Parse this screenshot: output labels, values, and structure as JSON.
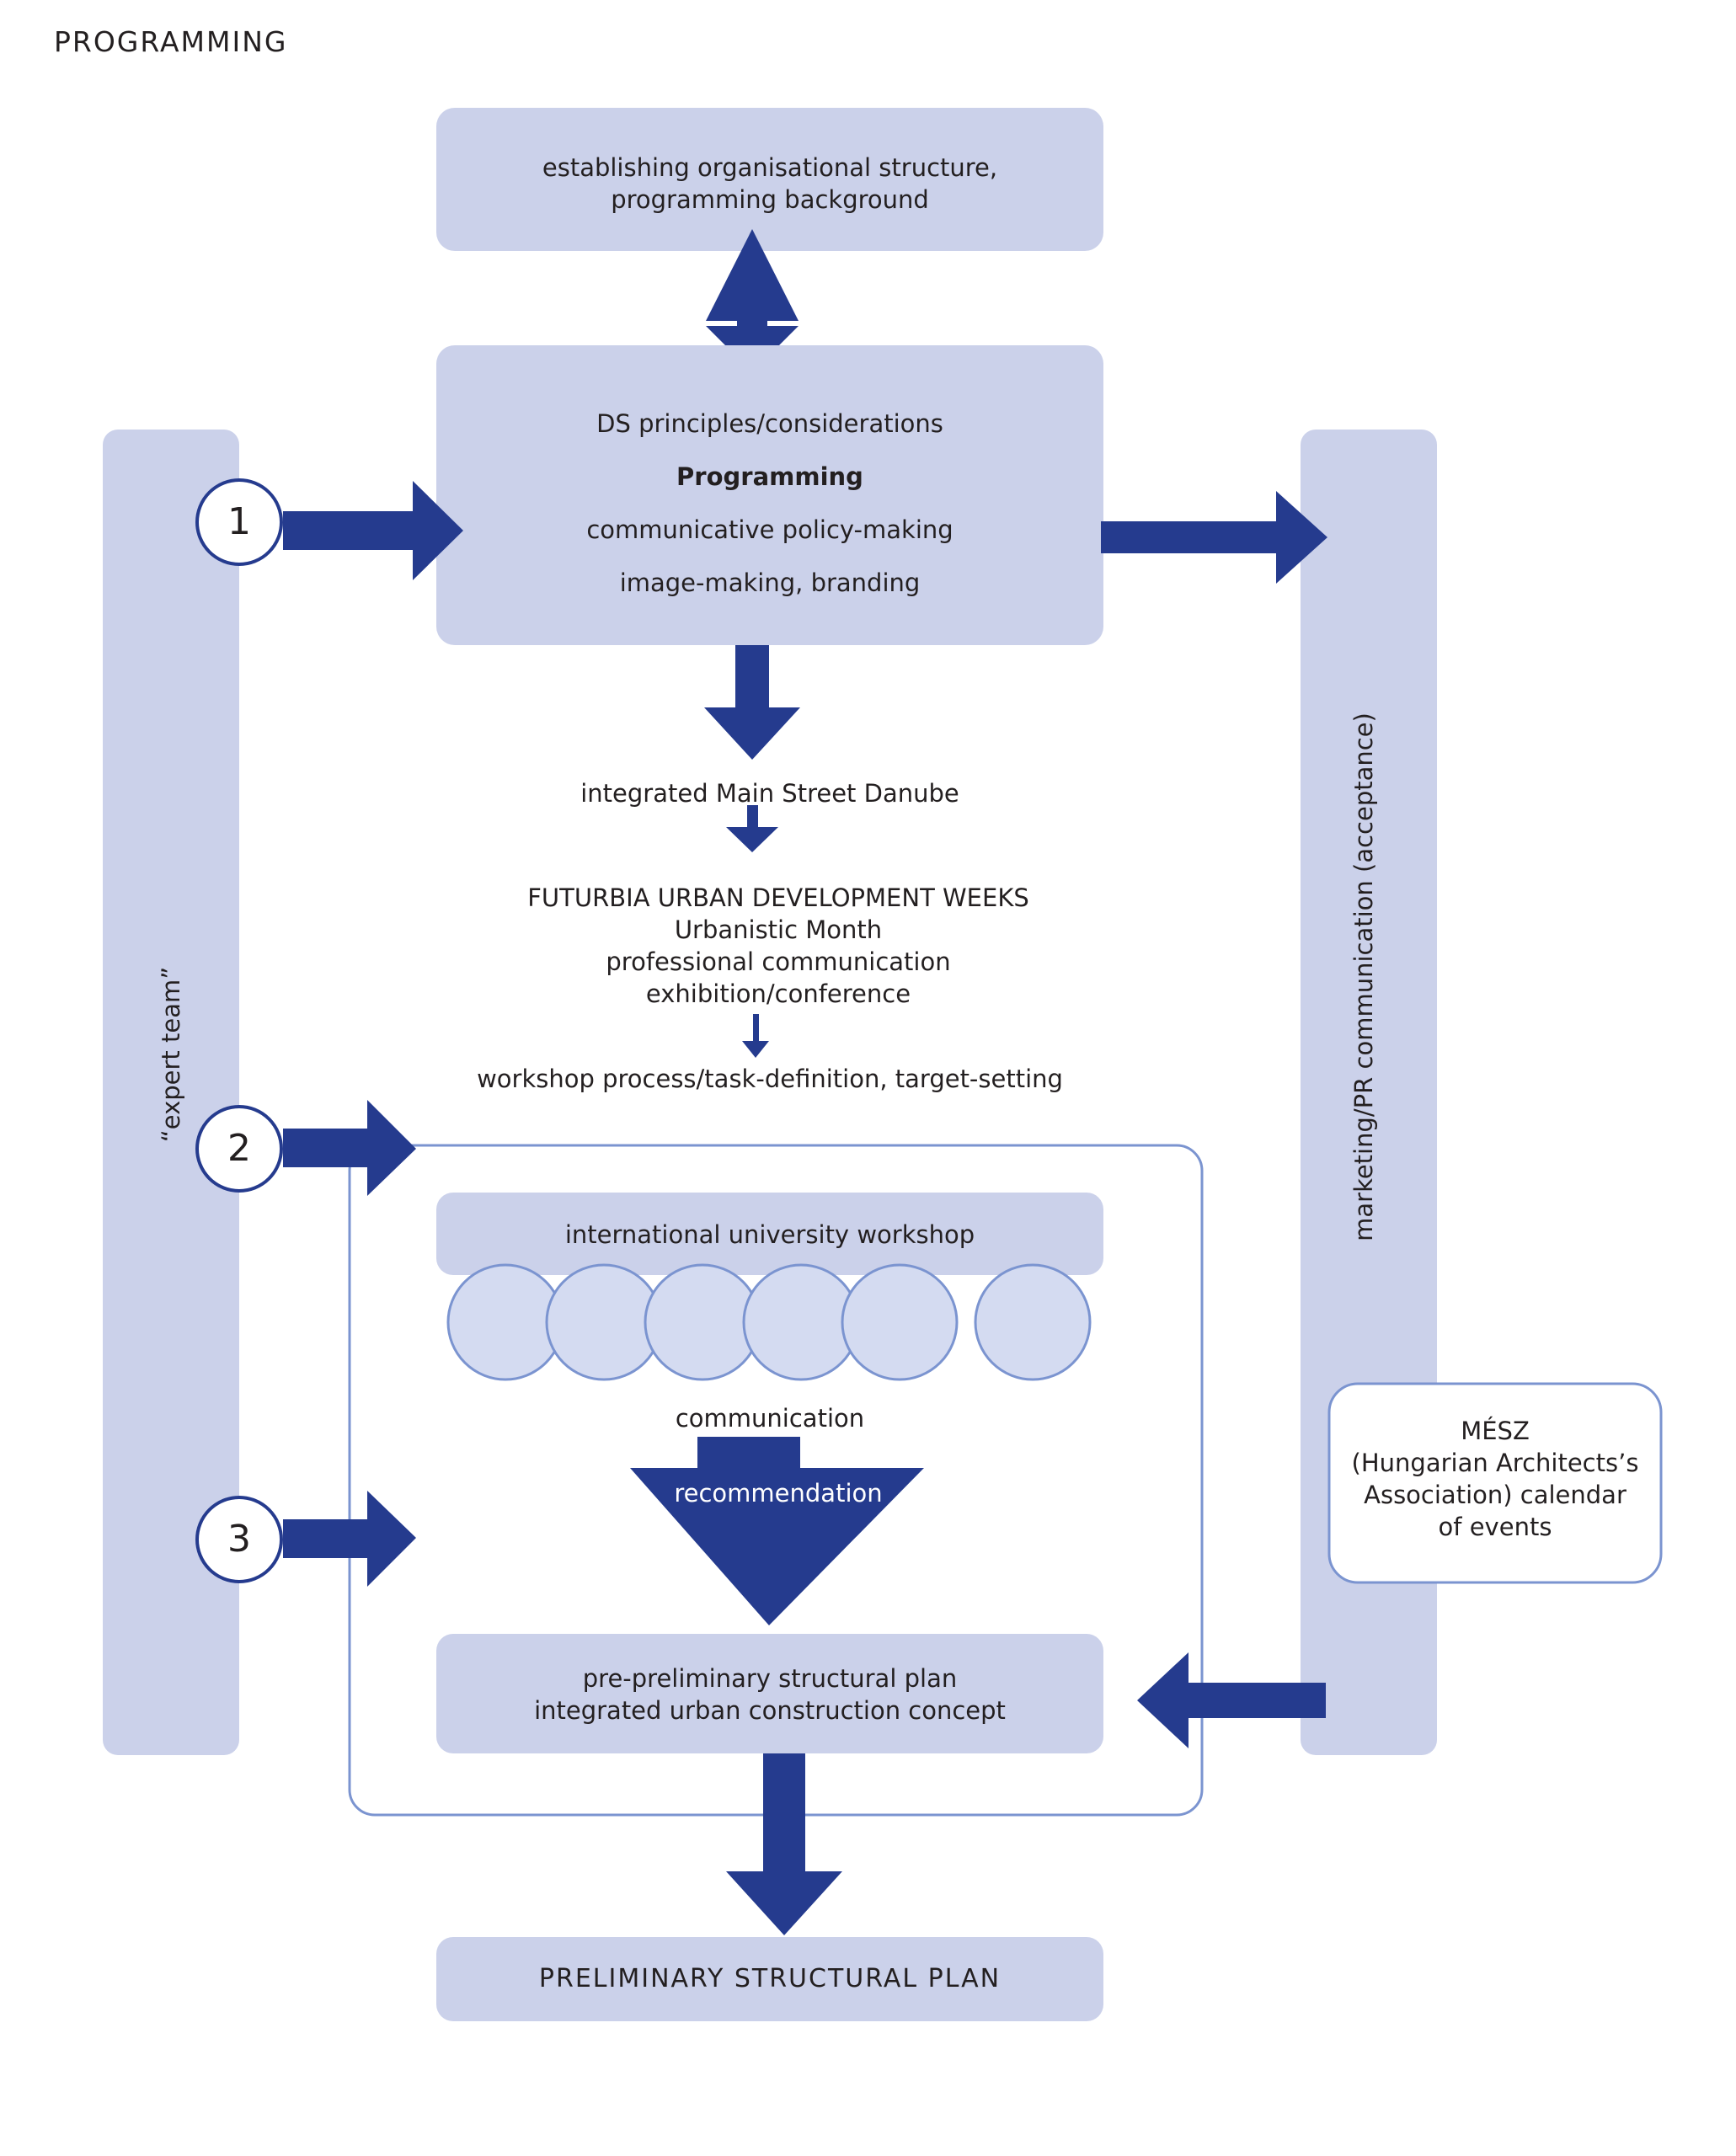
{
  "title": "PROGRAMMING",
  "colors": {
    "box": "#cbd1ea",
    "dark": "#253b8e",
    "outline": "#7b94d0",
    "circle_fill": "#d4dbf1"
  },
  "boxes": {
    "top": [
      "establishing organisational structure,",
      "programming background"
    ],
    "center": {
      "line1": "DS principles/considerations",
      "line2": "Programming",
      "line3": "communicative policy-making",
      "line4": "image-making, branding"
    },
    "workshop": "international university workshop",
    "pre_plan": [
      "pre-preliminary structural plan",
      "integrated urban construction concept"
    ],
    "final": "PRELIMINARY STRUCTURAL PLAN",
    "mesz": [
      "MÉSZ",
      "(Hungarian Architects’s",
      "Association) calendar",
      "of events"
    ]
  },
  "flow": {
    "main_street": "integrated Main Street Danube",
    "futurbia": [
      "FUTURBIA URBAN DEVELOPMENT WEEKS",
      "Urbanistic Month",
      "professional communication",
      "exhibition/conference"
    ],
    "workshop_process": "workshop process/task-definition, target-setting",
    "communication": "communication",
    "recommendation": "recommendation"
  },
  "side_bars": {
    "left": "“expert team”",
    "right": "marketing/PR communication (acceptance)"
  },
  "steps": [
    "1",
    "2",
    "3"
  ]
}
